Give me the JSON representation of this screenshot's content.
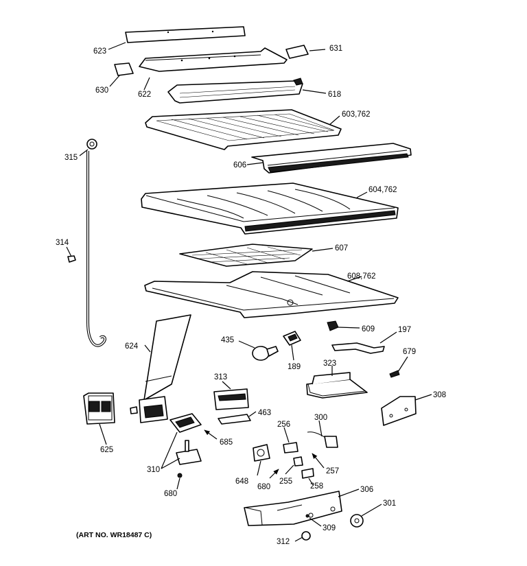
{
  "labels": {
    "p623": "623",
    "p631": "631",
    "p630": "630",
    "p622": "622",
    "p618": "618",
    "p603": "603,762",
    "p315": "315",
    "p606": "606",
    "p604": "604,762",
    "p314": "314",
    "p607": "607",
    "p608": "608,762",
    "p609": "609",
    "p435": "435",
    "p624": "624",
    "p197": "197",
    "p189": "189",
    "p323": "323",
    "p679": "679",
    "p313": "313",
    "p308": "308",
    "p463": "463",
    "p625": "625",
    "p300": "300",
    "p256": "256",
    "p685": "685",
    "p310": "310",
    "p257": "257",
    "p648": "648",
    "p680a": "680",
    "p255": "255",
    "p258": "258",
    "p680b": "680",
    "p306": "306",
    "p301": "301",
    "p309": "309",
    "p312": "312"
  },
  "art_number": "(ART NO. WR18487 C)"
}
